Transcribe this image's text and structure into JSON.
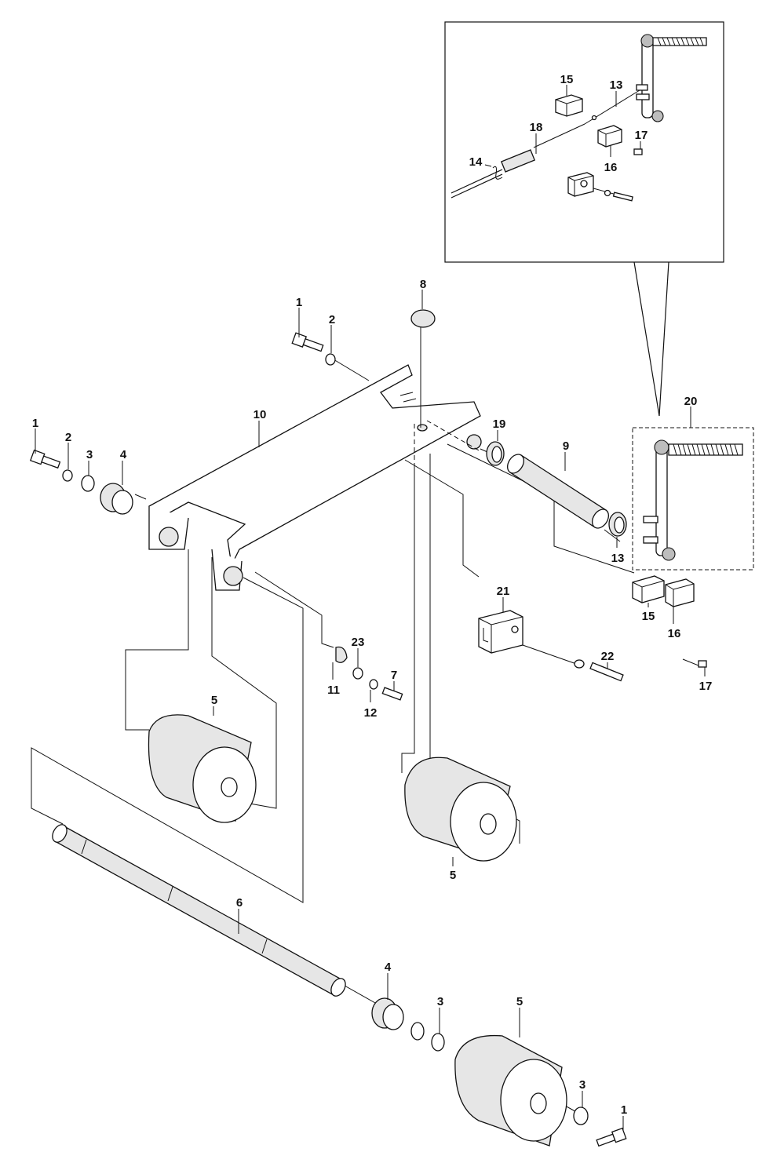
{
  "labels": [
    {
      "id": "p1a",
      "text": "1"
    },
    {
      "id": "p2a",
      "text": "2"
    },
    {
      "id": "p1b",
      "text": "1"
    },
    {
      "id": "p2b",
      "text": "2"
    },
    {
      "id": "p3a",
      "text": "3"
    },
    {
      "id": "p4a",
      "text": "4"
    },
    {
      "id": "p8",
      "text": "8"
    },
    {
      "id": "p10",
      "text": "10"
    },
    {
      "id": "p19",
      "text": "19"
    },
    {
      "id": "p9",
      "text": "9"
    },
    {
      "id": "p13a",
      "text": "13"
    },
    {
      "id": "p20",
      "text": "20"
    },
    {
      "id": "p21",
      "text": "21"
    },
    {
      "id": "p15a",
      "text": "15"
    },
    {
      "id": "p16a",
      "text": "16"
    },
    {
      "id": "p17a",
      "text": "17"
    },
    {
      "id": "p22",
      "text": "22"
    },
    {
      "id": "p23",
      "text": "23"
    },
    {
      "id": "p11",
      "text": "11"
    },
    {
      "id": "p12",
      "text": "12"
    },
    {
      "id": "p7",
      "text": "7"
    },
    {
      "id": "p5a",
      "text": "5"
    },
    {
      "id": "p5b",
      "text": "5"
    },
    {
      "id": "p6",
      "text": "6"
    },
    {
      "id": "p4b",
      "text": "4"
    },
    {
      "id": "p3b",
      "text": "3"
    },
    {
      "id": "p5c",
      "text": "5"
    },
    {
      "id": "p3c",
      "text": "3"
    },
    {
      "id": "p1c",
      "text": "1"
    },
    {
      "id": "p15b",
      "text": "15"
    },
    {
      "id": "p13b",
      "text": "13"
    },
    {
      "id": "p18",
      "text": "18"
    },
    {
      "id": "p17b",
      "text": "17"
    },
    {
      "id": "p14",
      "text": "14"
    },
    {
      "id": "p16b",
      "text": "16"
    }
  ]
}
